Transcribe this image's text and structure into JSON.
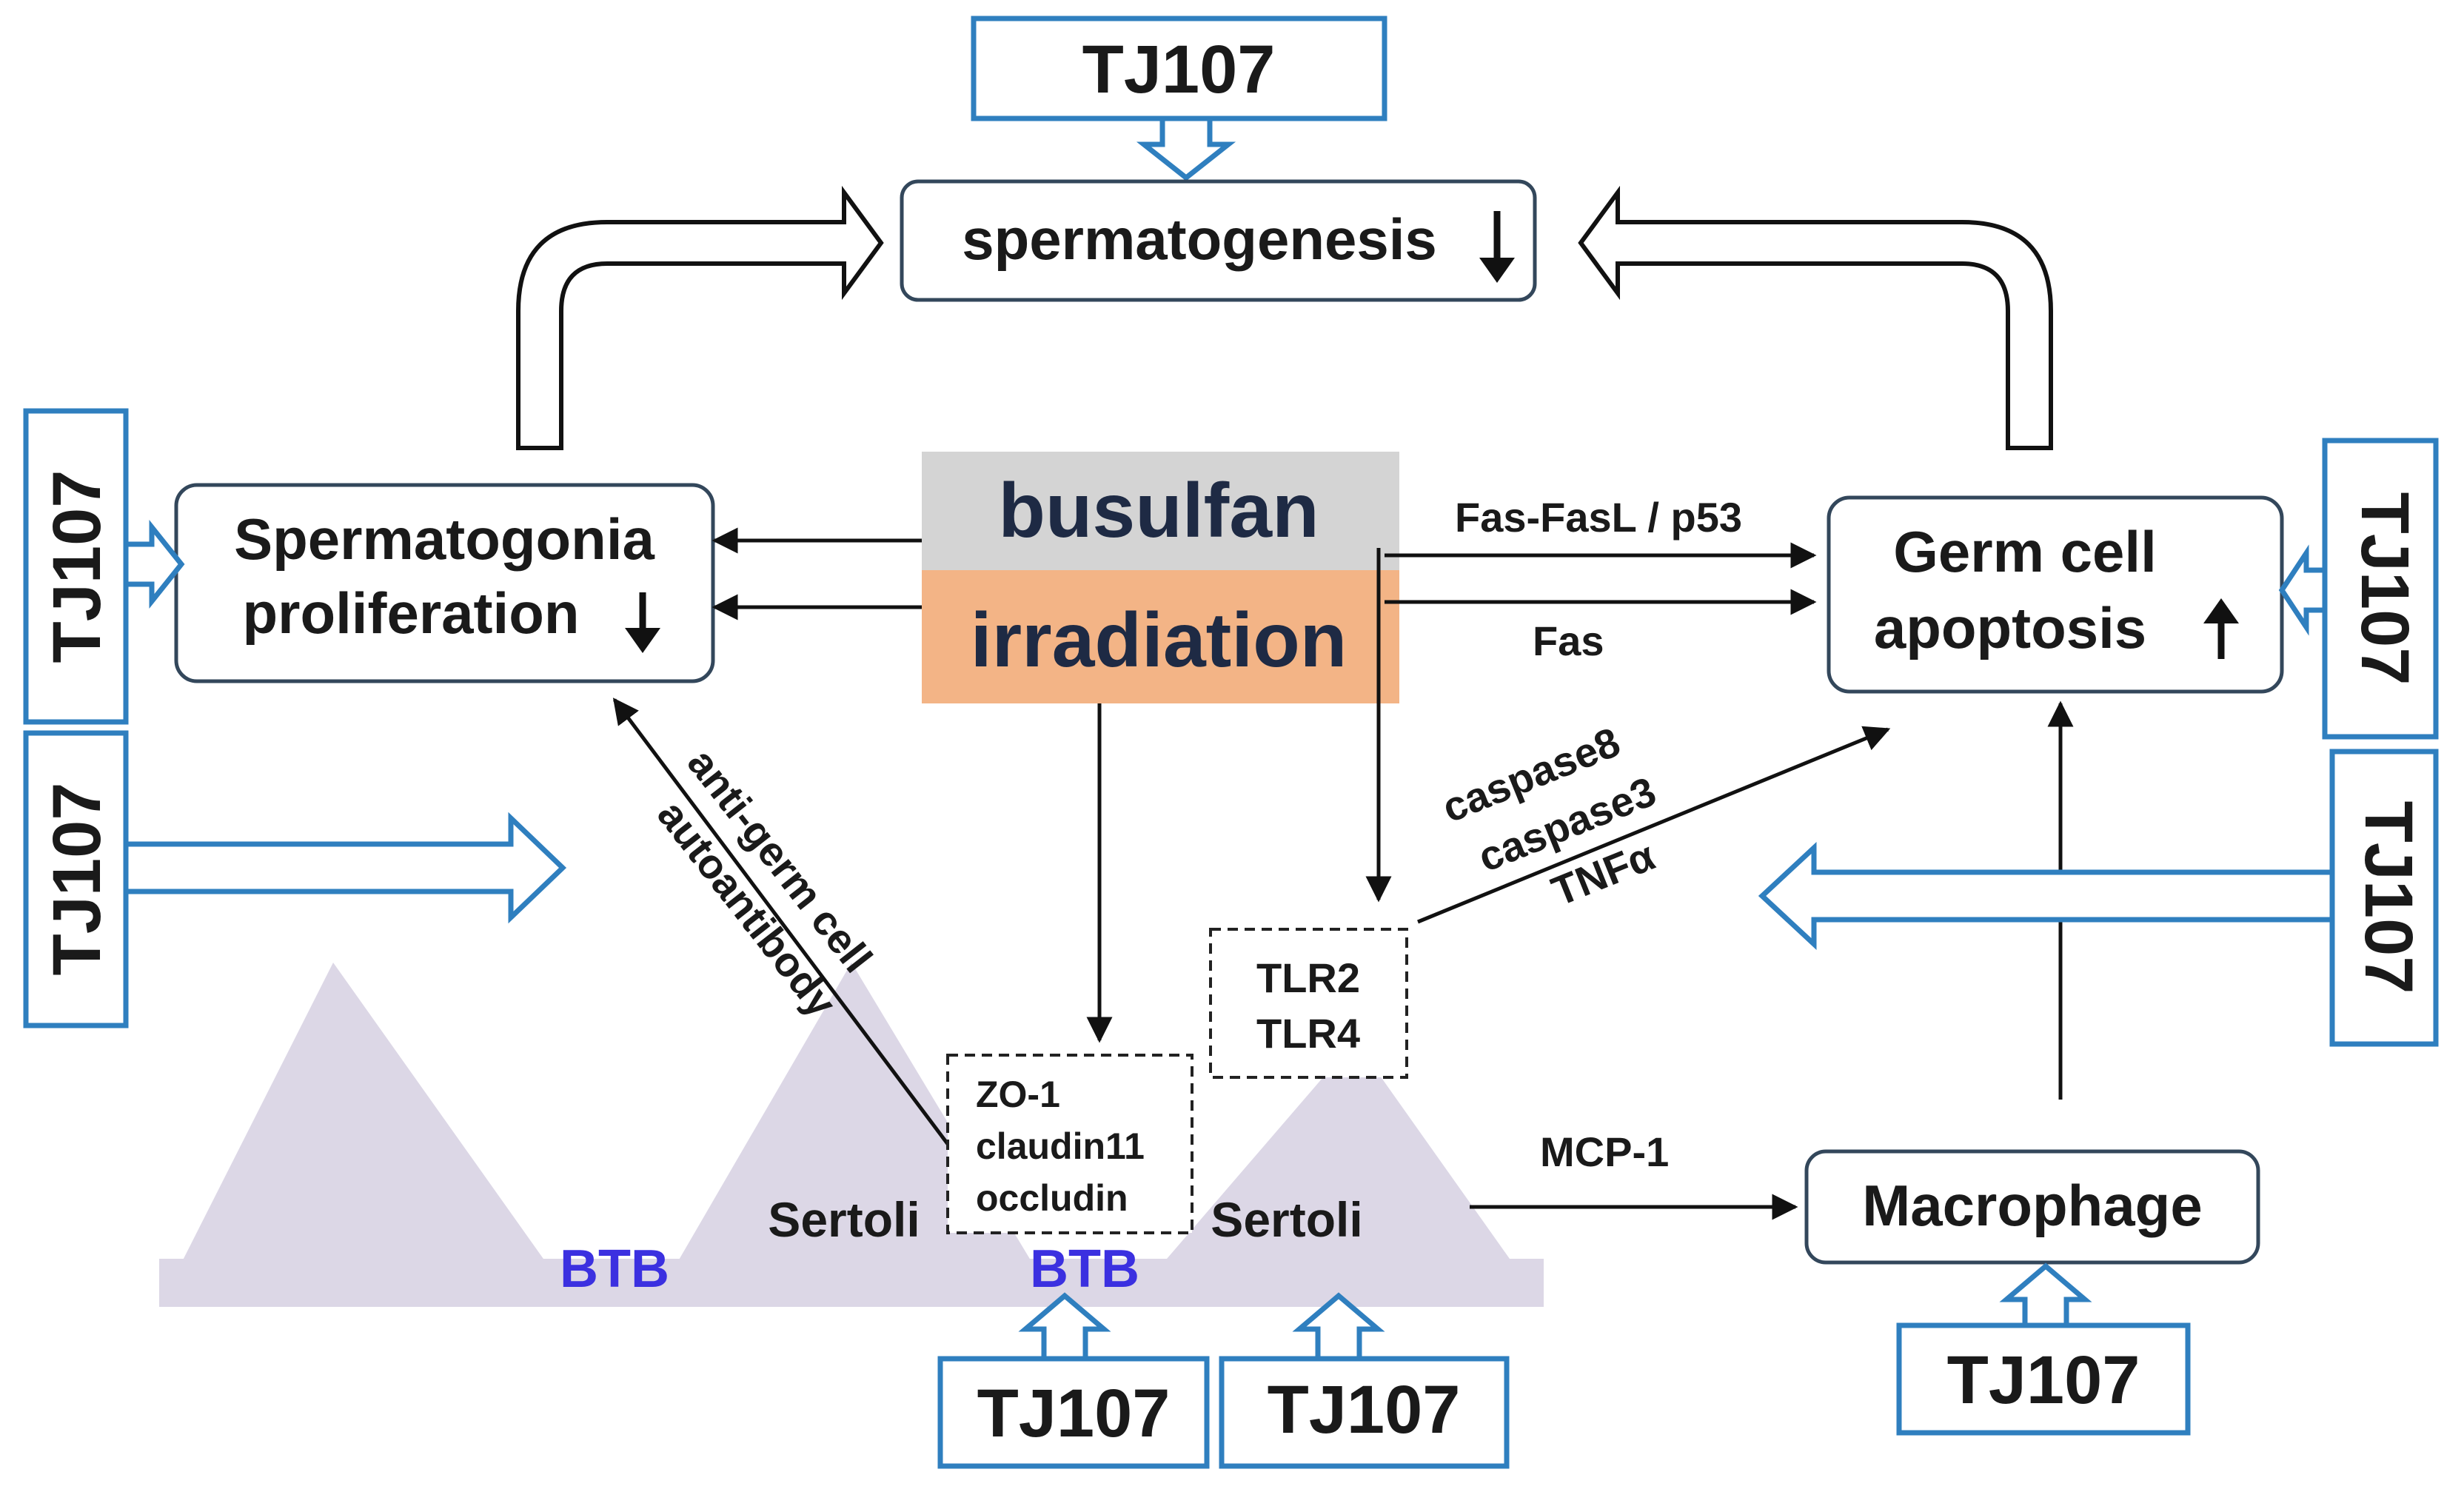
{
  "tj107": "TJ107",
  "nodes": {
    "spermatogenesis": "spermatogenesis",
    "spermatogonia_line1": "Spermatogonia",
    "spermatogonia_line2": "proliferation",
    "busulfan": "busulfan",
    "irradiation": "irradiation",
    "germcell_line1": "Germ cell",
    "germcell_line2": "apoptosis",
    "macrophage": "Macrophage",
    "sertoli_left": "Sertoli",
    "sertoli_right": "Sertoli",
    "btb": "BTB"
  },
  "labels": {
    "fas_fasl_p53": "Fas-FasL / p53",
    "fas": "Fas",
    "caspase8": "caspase8",
    "caspase3": "caspase3",
    "tnfa": "TNFα",
    "antigerm_line1": "anti-germ cell",
    "antigerm_line2": "autoantibody",
    "mcp1": "MCP-1"
  },
  "markers": {
    "tlr": [
      "TLR2",
      "TLR4"
    ],
    "tight_junction": [
      "ZO-1",
      "claudin11",
      "occludin"
    ]
  },
  "colors": {
    "busulfan_bg": "#d4d4d4",
    "irradiation_bg": "#f3b486",
    "tj107_border": "#2f7fbf",
    "btb_text": "#3b30e0",
    "sertoli_fill": "#dcd7e6"
  }
}
